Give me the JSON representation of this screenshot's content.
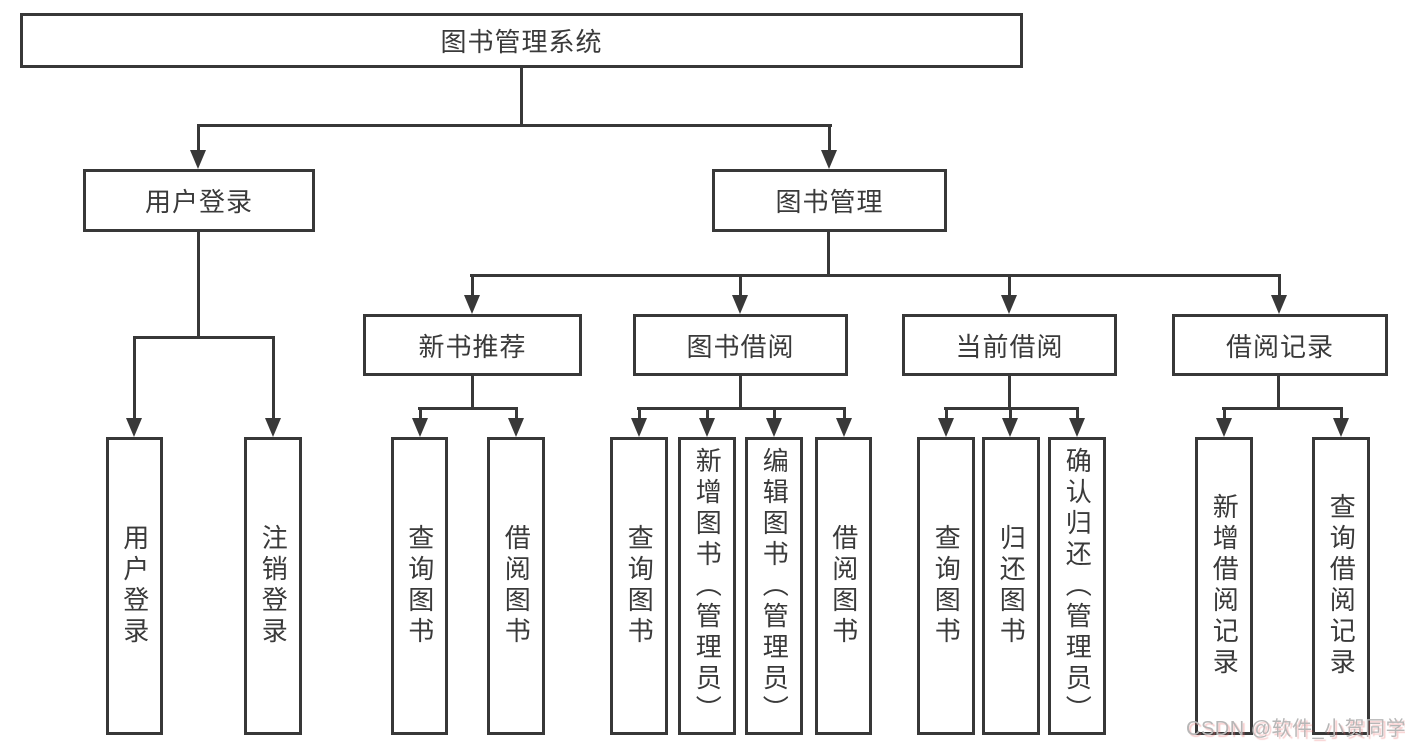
{
  "diagram": {
    "root": {
      "label": "图书管理系统"
    },
    "user_login": {
      "label": "用户登录",
      "children": [
        {
          "label": "用户登录"
        },
        {
          "label": "注销登录"
        }
      ]
    },
    "book_mgmt": {
      "label": "图书管理",
      "groups": [
        {
          "label": "新书推荐",
          "children": [
            {
              "label": "查询图书"
            },
            {
              "label": "借阅图书"
            }
          ]
        },
        {
          "label": "图书借阅",
          "children": [
            {
              "label": "查询图书"
            },
            {
              "label": "新增图书（管理员）"
            },
            {
              "label": "编辑图书（管理员）"
            },
            {
              "label": "借阅图书"
            }
          ]
        },
        {
          "label": "当前借阅",
          "children": [
            {
              "label": "查询图书"
            },
            {
              "label": "归还图书"
            },
            {
              "label": "确认归还（管理员）"
            }
          ]
        },
        {
          "label": "借阅记录",
          "children": [
            {
              "label": "新增借阅记录"
            },
            {
              "label": "查询借阅记录"
            }
          ]
        }
      ]
    }
  },
  "watermark": {
    "text": "CSDN @软件_小贺同学"
  },
  "colors": {
    "ink": "#383838",
    "text": "#3a3a3a",
    "watermark": "#b7b7b7"
  }
}
